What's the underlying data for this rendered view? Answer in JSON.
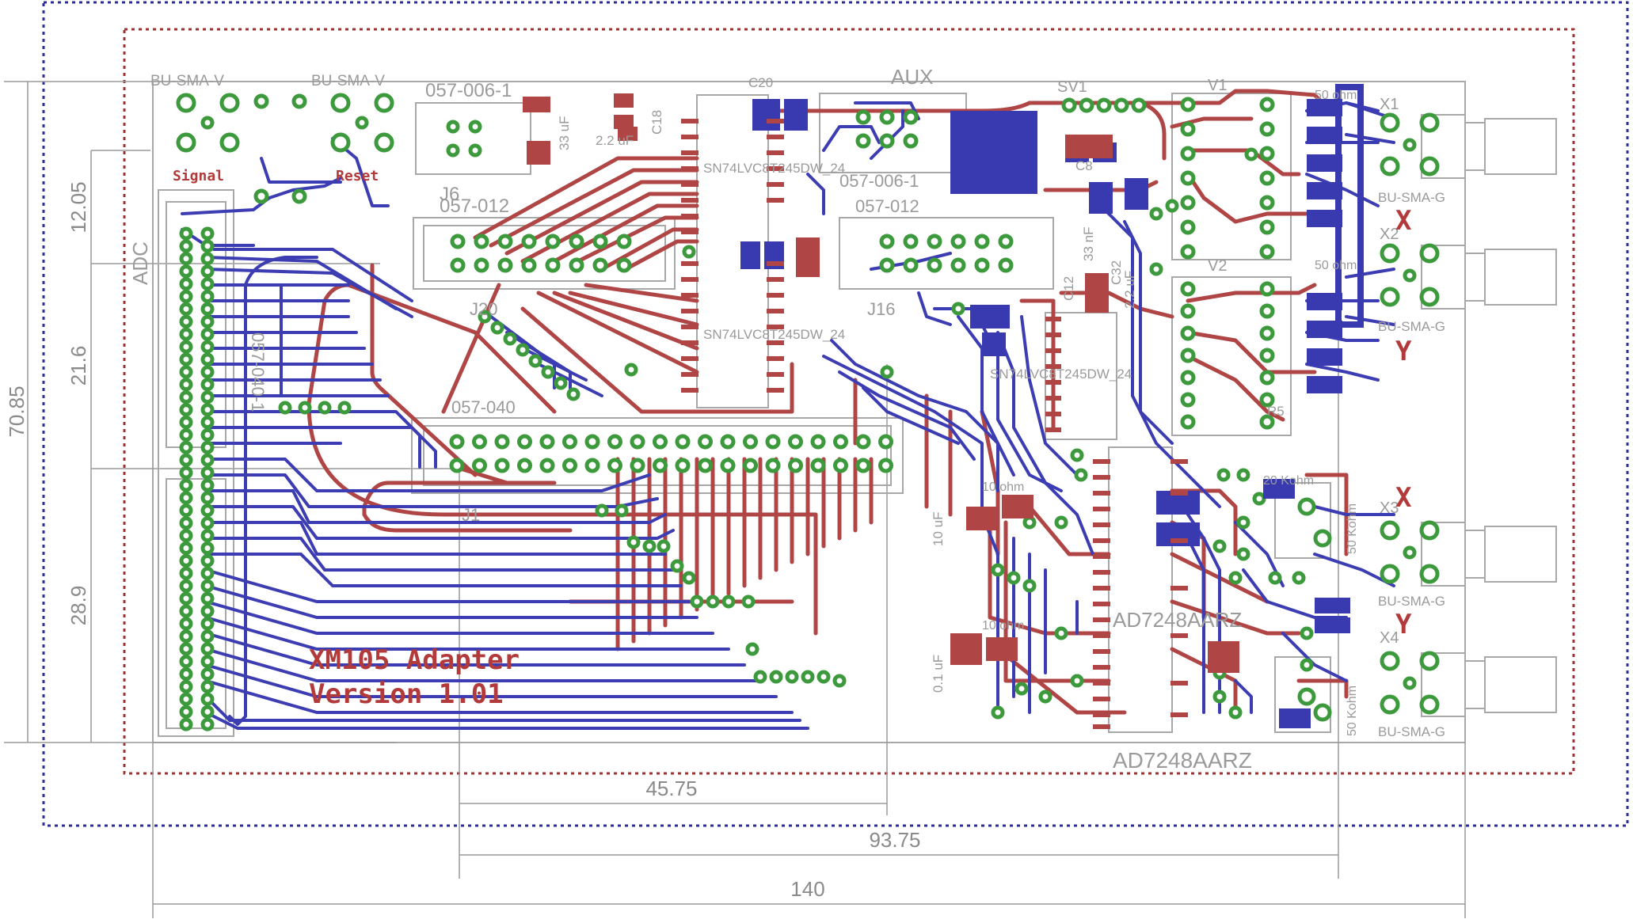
{
  "dimensions": {
    "overall_height": "70.85",
    "seg_top": "12.05",
    "seg_mid": "21.6",
    "seg_bottom": "28.9",
    "width_small": "45.75",
    "width_mid": "93.75",
    "width_total": "140"
  },
  "title": {
    "line1": "XM105 Adapter",
    "line2": "Version 1.01"
  },
  "connectors": {
    "top_left_sma_1": "BU-SMA-V",
    "top_left_sma_2": "BU-SMA-V",
    "signal": "Signal",
    "reset": "Reset",
    "adc": "ADC",
    "adc_part": "057-040-1",
    "j6": "J6",
    "j6_part_top": "057-006-1",
    "j6_part": "057-012",
    "aux": "AUX",
    "aux_part": "057-006-1",
    "aux_part2": "057-012",
    "j16": "J16",
    "j20": "J20",
    "j1": "J1",
    "j1_part": "057-040",
    "sv1": "SV1",
    "v1": "V1",
    "v2": "V2",
    "x1": "X1",
    "x2": "X2",
    "x3": "X3",
    "x4": "X4",
    "sma_g": "BU-SMA-G",
    "axis_x": "X",
    "axis_y": "Y"
  },
  "components": {
    "c18": "C18",
    "c20": "C20",
    "c32": "C32",
    "c12": "C12",
    "c8": "C8",
    "r5": "R5",
    "val_22uf": "2.2 uF",
    "val_33uf": "33 uF",
    "val_33nf": "33 nF",
    "val_10uf": "10 uF",
    "val_01uf": "0.1 uF",
    "val_10ohm": "10 ohm",
    "val_50ohm": "50 ohm",
    "val_20kohm": "20 Kohm",
    "val_50kohm": "50 Kohm",
    "ic_buffer_1": "SN74LVC8T245DW_24",
    "ic_buffer_2": "SN74LVC8T245DW_24",
    "ic_buffer_3": "SN74LVC8T245DW_24",
    "ic_adc": "AD7248AARZ",
    "ic_adc_label": "AD7248AARZ"
  }
}
